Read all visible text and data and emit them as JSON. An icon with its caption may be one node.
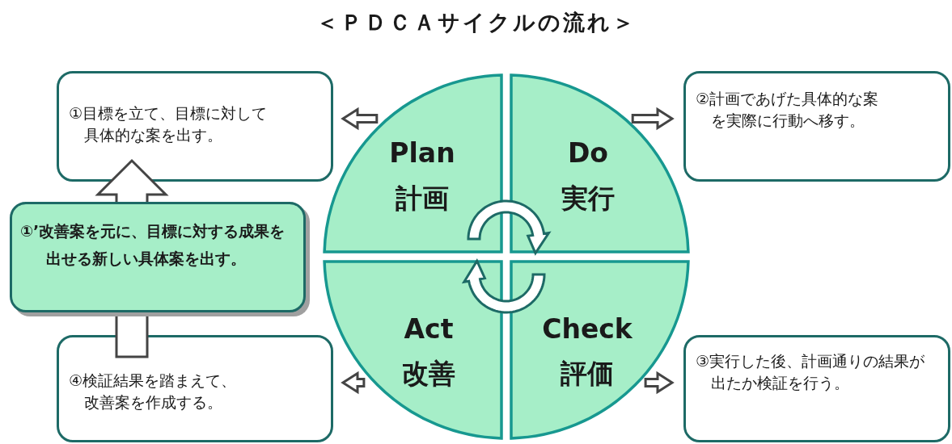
{
  "diagram": {
    "title": "＜ＰＤＣＡサイクルの流れ＞",
    "nodes": [
      {
        "text": [
          "①目標を立て、目標に対して具体的な案を出す。"
        ]
      },
      {
        "text": [
          "Plan",
          "計画"
        ]
      },
      {
        "text": [
          "Do",
          "実行"
        ]
      },
      {
        "text": [
          "②計画であげた具体的な案を実際に行動へ移す。"
        ]
      },
      {
        "text": [
          "①’改善案を元に、目標に対する成果を出せる新しい具体案を出す。"
        ]
      },
      {
        "text": [
          "Act",
          "改善"
        ]
      },
      {
        "text": [
          "Check",
          "評価"
        ]
      },
      {
        "text": [
          "④検証結果を踏まえて、改善案を作成する。"
        ]
      },
      {
        "text": [
          "③実行した後、計画通りの結果が出たか検証を行う。"
        ]
      }
    ],
    "edges": [
      {
        "from": 1,
        "to": 0,
        "arrow": "to"
      },
      {
        "from": 2,
        "to": 3,
        "arrow": "to"
      },
      {
        "from": 6,
        "to": 8,
        "arrow": "to"
      },
      {
        "from": 5,
        "to": 7,
        "arrow": "to"
      },
      {
        "from": 7,
        "to": 0,
        "arrow": "to"
      },
      {
        "from": 1,
        "to": 2,
        "arrow": "to"
      },
      {
        "from": 6,
        "to": 5,
        "arrow": "to"
      }
    ]
  }
}
